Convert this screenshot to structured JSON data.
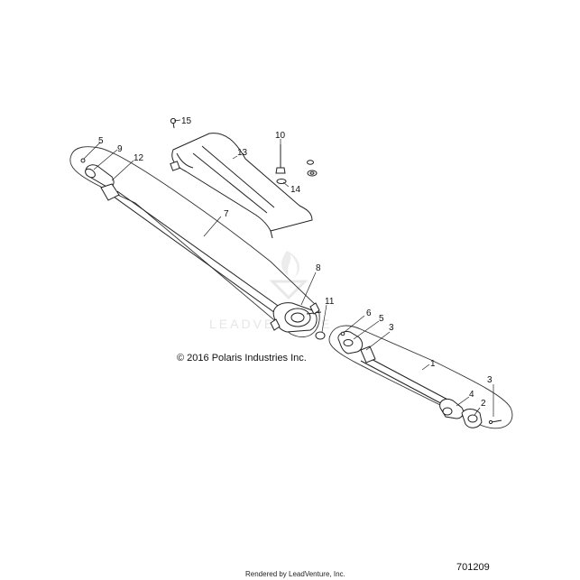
{
  "copyright": "© 2016 Polaris Industries Inc.",
  "diagram_number": "701209",
  "footer": "Rendered by LeadVenture, Inc.",
  "watermark": "LEADVENTURE",
  "callouts": [
    {
      "id": "c1",
      "text": "1"
    },
    {
      "id": "c2",
      "text": "2"
    },
    {
      "id": "c3a",
      "text": "3"
    },
    {
      "id": "c3b",
      "text": "3"
    },
    {
      "id": "c4",
      "text": "4"
    },
    {
      "id": "c5a",
      "text": "5"
    },
    {
      "id": "c5b",
      "text": "5"
    },
    {
      "id": "c6",
      "text": "6"
    },
    {
      "id": "c7",
      "text": "7"
    },
    {
      "id": "c8",
      "text": "8"
    },
    {
      "id": "c9",
      "text": "9"
    },
    {
      "id": "c10",
      "text": "10"
    },
    {
      "id": "c11",
      "text": "11"
    },
    {
      "id": "c12",
      "text": "12"
    },
    {
      "id": "c13",
      "text": "13"
    },
    {
      "id": "c14",
      "text": "14"
    },
    {
      "id": "c15",
      "text": "15"
    }
  ]
}
